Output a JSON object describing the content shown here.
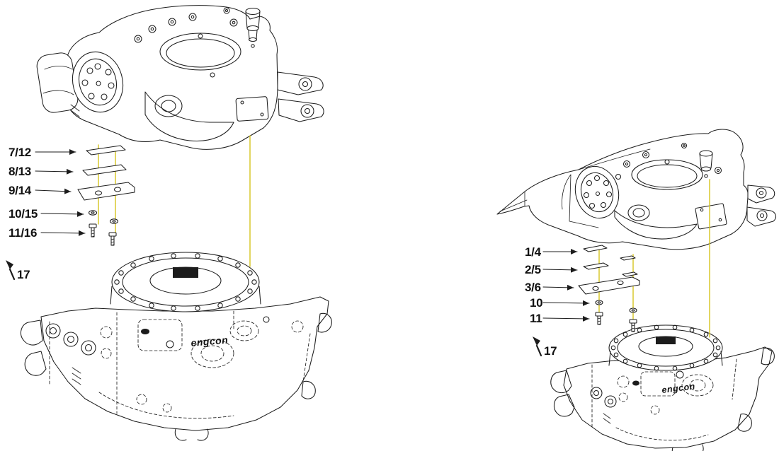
{
  "diagram": {
    "brand": "engcon",
    "colors": {
      "line": "#1c1c1c",
      "leader_line": "#d6c420",
      "label": "#111111"
    },
    "left_view": {
      "callouts": [
        {
          "label": "7/12"
        },
        {
          "label": "8/13"
        },
        {
          "label": "9/14"
        },
        {
          "label": "10/15"
        },
        {
          "label": "11/16"
        }
      ],
      "tool_callout": {
        "label": "17"
      }
    },
    "right_view": {
      "callouts": [
        {
          "label": "1/4"
        },
        {
          "label": "2/5"
        },
        {
          "label": "3/6"
        },
        {
          "label": "10"
        },
        {
          "label": "11"
        }
      ],
      "tool_callout": {
        "label": "17"
      }
    }
  }
}
